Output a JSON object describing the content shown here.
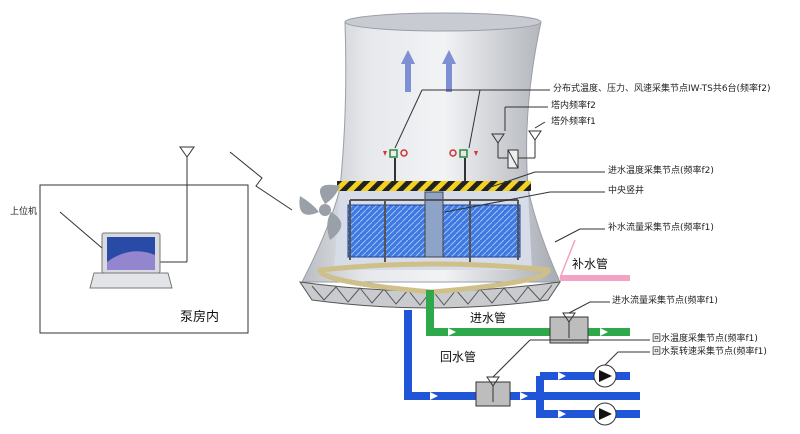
{
  "labels": {
    "distributed_nodes": "分布式温度、压力、风速采集节点IW-TS共6台(频率f2)",
    "inner_freq": "塔内频率f2",
    "outer_freq": "塔外频率f1",
    "inlet_temp_node": "进水温度采集节点(频率f2)",
    "central_shaft": "中央竖井",
    "makeup_flow_node": "补水流量采集节点(频率f1)",
    "makeup_pipe": "补水管",
    "inlet_flow_node": "进水流量采集节点(频率f1)",
    "inlet_pipe": "进水管",
    "return_temp_node": "回水温度采集节点(频率f1)",
    "pump_speed_node": "回水泵转速采集节点(频率f1)",
    "return_pipe": "回水管",
    "host_pc": "上位机",
    "pump_room": "泵房内"
  },
  "colors": {
    "tower": "#d9dbe0",
    "supply_pipe": "#2ea84a",
    "return_pipe": "#1f55d6",
    "makeup_pipe": "#f2a3c3",
    "arrow_up": "#7e8fd4",
    "hazard": "#f2d21e"
  },
  "icons": [
    "antenna-icon",
    "laptop-icon",
    "pump-icon",
    "flow-sensor-icon",
    "lightning-link-icon",
    "fan-icon"
  ]
}
